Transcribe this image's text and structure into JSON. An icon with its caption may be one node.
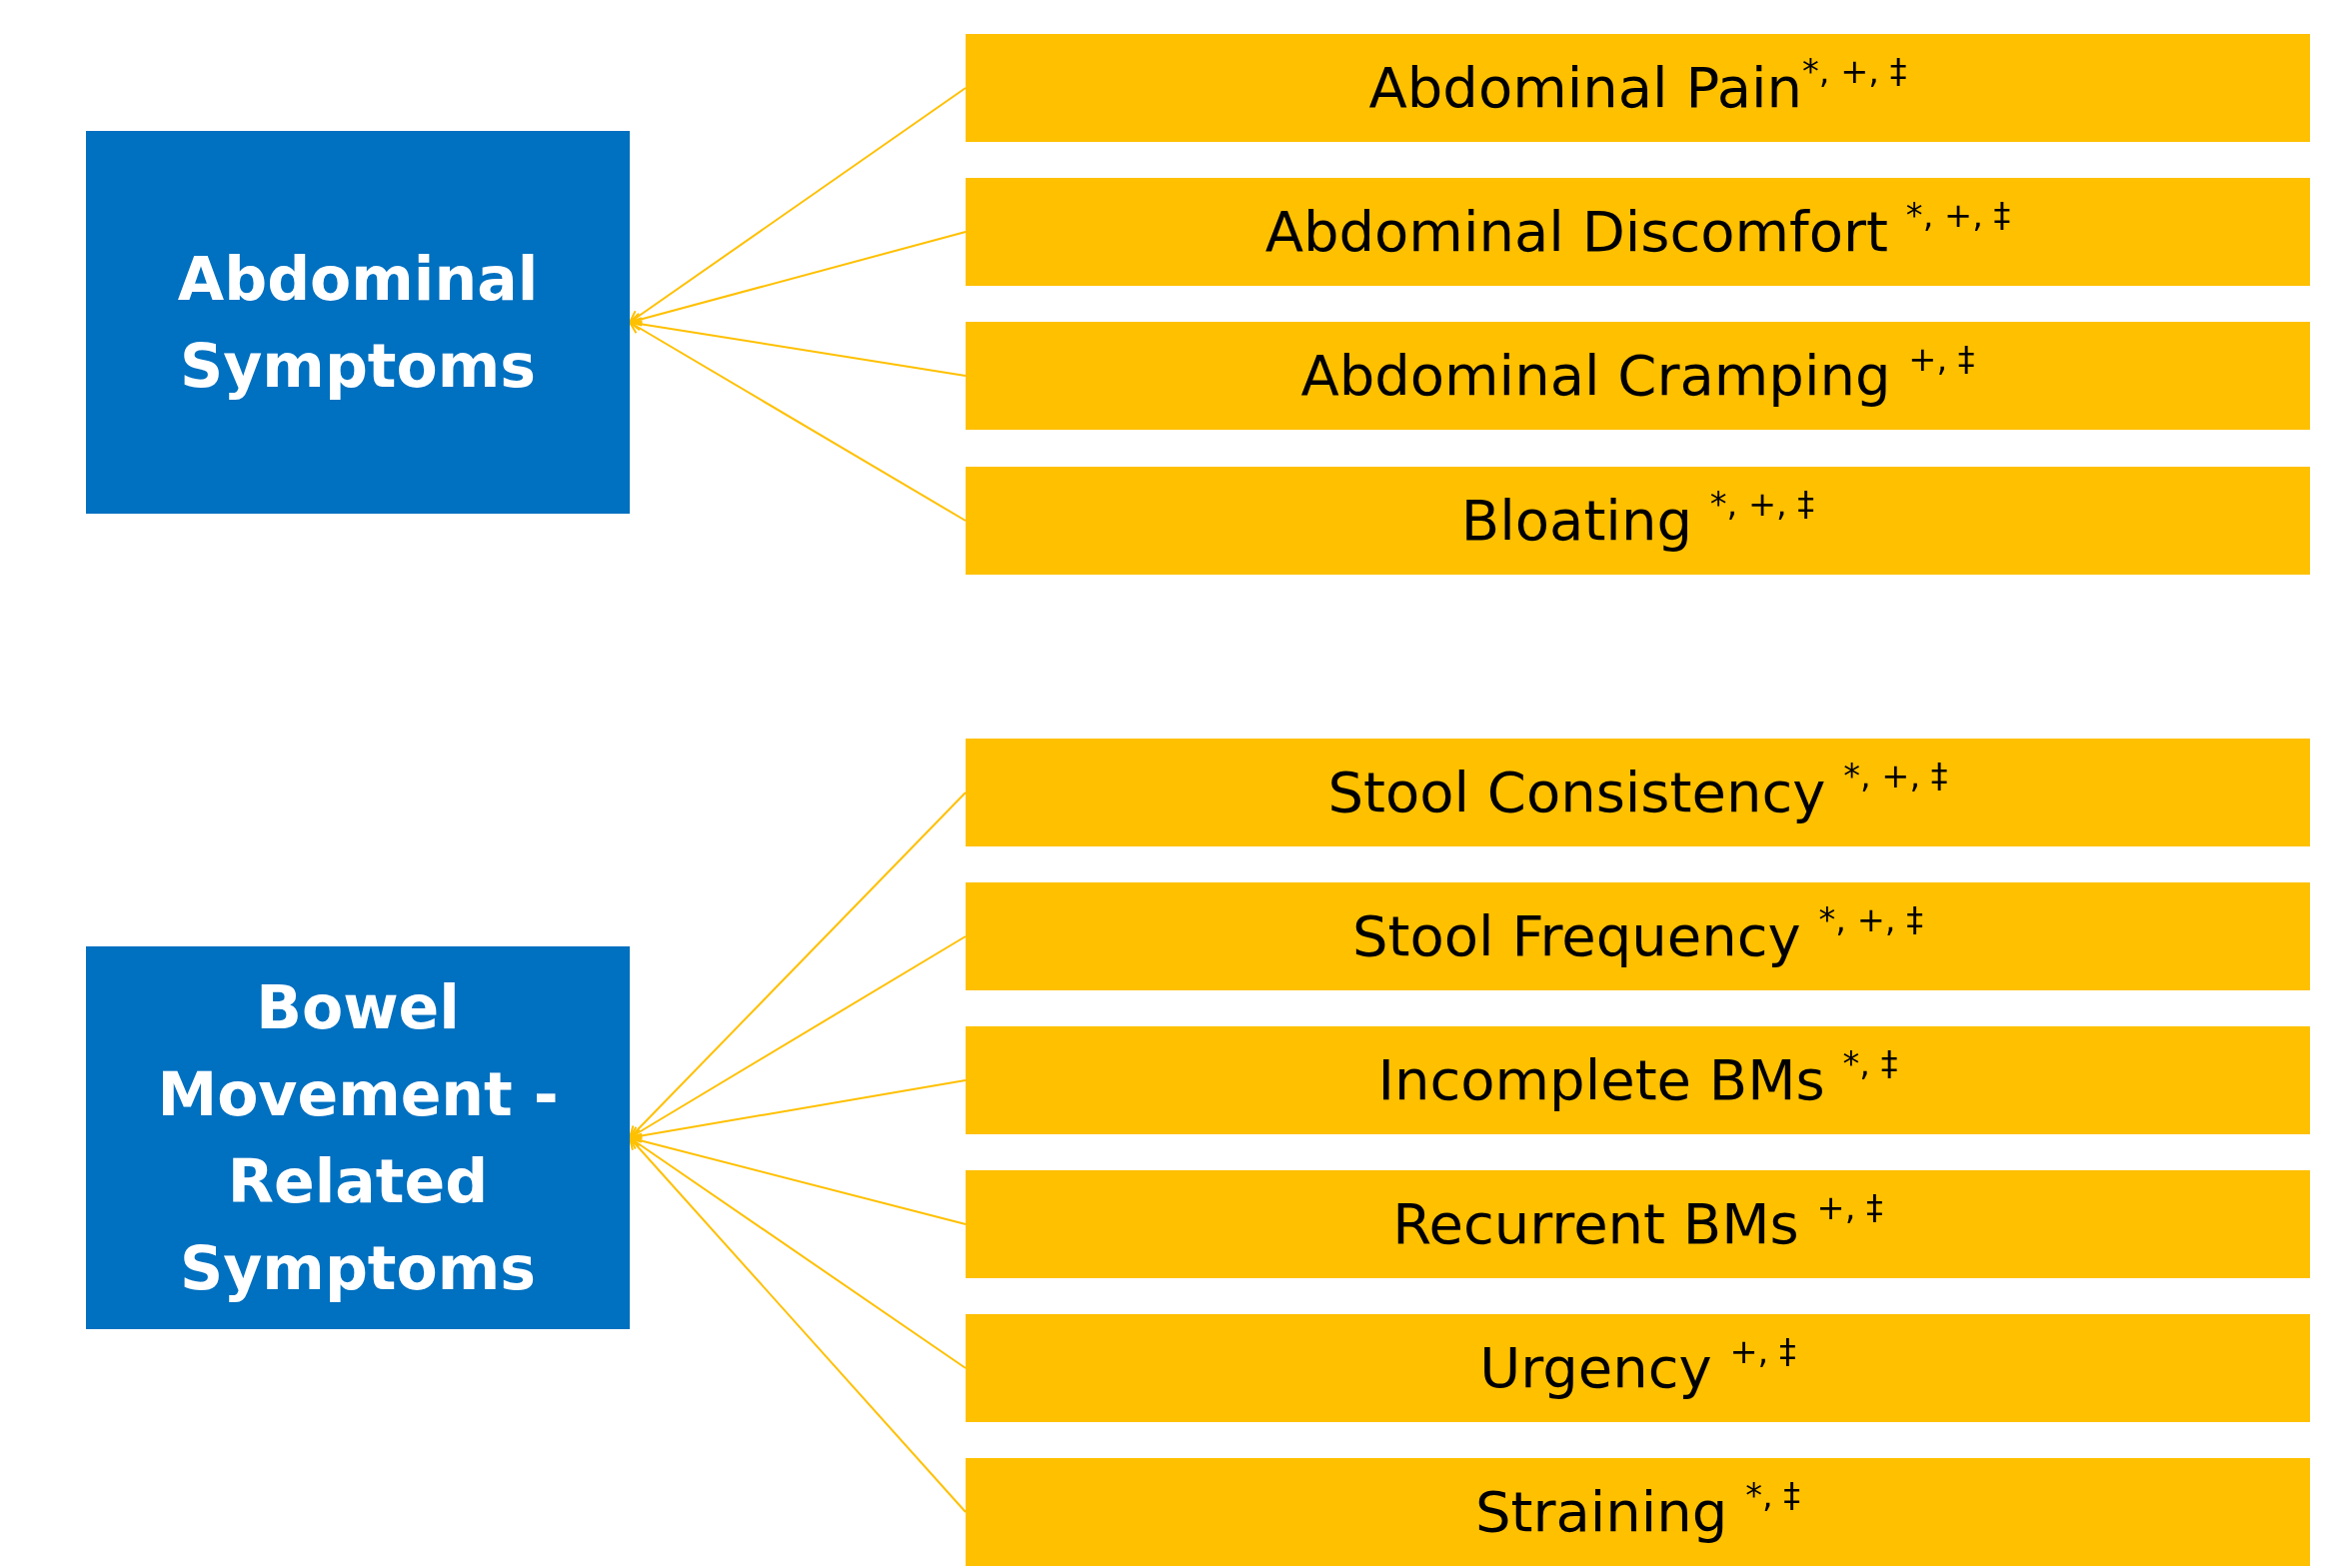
{
  "diagram": {
    "nodes": [
      {
        "text": [
          "Abdominal Symptoms"
        ]
      },
      {
        "text": [
          "Abdominal Pain$^{*, +, ‡}$"
        ]
      },
      {
        "text": [
          "Abdominal Discomfort $^{*, +, ‡}$"
        ]
      },
      {
        "text": [
          "Abdominal Cramping $^{+, ‡}$"
        ]
      },
      {
        "text": [
          "Bloating $^{*, +, ‡}$"
        ]
      },
      {
        "text": [
          "Bowel Movement - Related Symptoms"
        ]
      },
      {
        "text": [
          "Stool Consistency $^{*, +, ‡}$"
        ]
      },
      {
        "text": [
          "Stool Frequency $^{*, +, ‡}$"
        ]
      },
      {
        "text": [
          "Incomplete BMs $^{*, ‡}$"
        ]
      },
      {
        "text": [
          "Recurrent BMs $^{+, ‡}$"
        ]
      },
      {
        "text": [
          "Urgency $^{+, ‡}$"
        ]
      },
      {
        "text": [
          "Straining $^{*, ‡}$"
        ]
      }
    ],
    "edges": [
      {
        "from": 1,
        "to": 0,
        "arrow": "to"
      },
      {
        "from": 2,
        "to": 0,
        "arrow": "to"
      },
      {
        "from": 3,
        "to": 0,
        "arrow": "to"
      },
      {
        "from": 4,
        "to": 0,
        "arrow": "to"
      },
      {
        "from": 6,
        "to": 5,
        "arrow": "to"
      },
      {
        "from": 7,
        "to": 5,
        "arrow": "to"
      },
      {
        "from": 8,
        "to": 5,
        "arrow": "to"
      },
      {
        "from": 9,
        "to": 5,
        "arrow": "to"
      },
      {
        "from": 10,
        "to": 5,
        "arrow": "to"
      },
      {
        "from": 11,
        "to": 5,
        "arrow": "to"
      }
    ]
  }
}
